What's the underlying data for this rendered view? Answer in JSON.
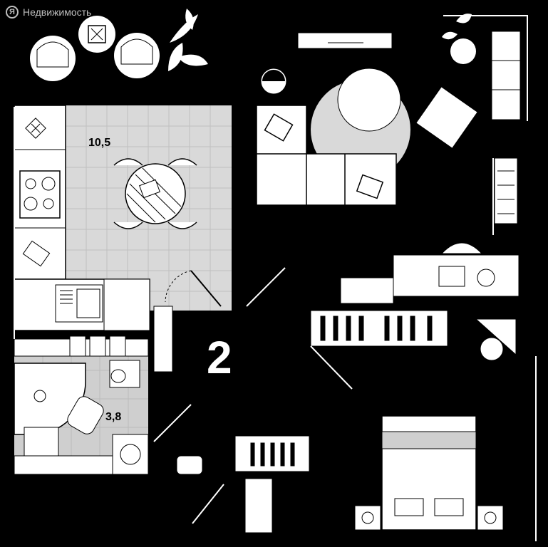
{
  "brand": {
    "name": "Недвижимость",
    "logo_letter": "Я"
  },
  "rooms": {
    "kitchen_area": "10,5",
    "bathroom_area": "3,8"
  },
  "apartment": {
    "room_count_label": "2"
  },
  "colors": {
    "background": "#000000",
    "walls": "#ffffff",
    "floor_tile": "#d9d9d9",
    "bath_tile": "#cfcfcf"
  }
}
